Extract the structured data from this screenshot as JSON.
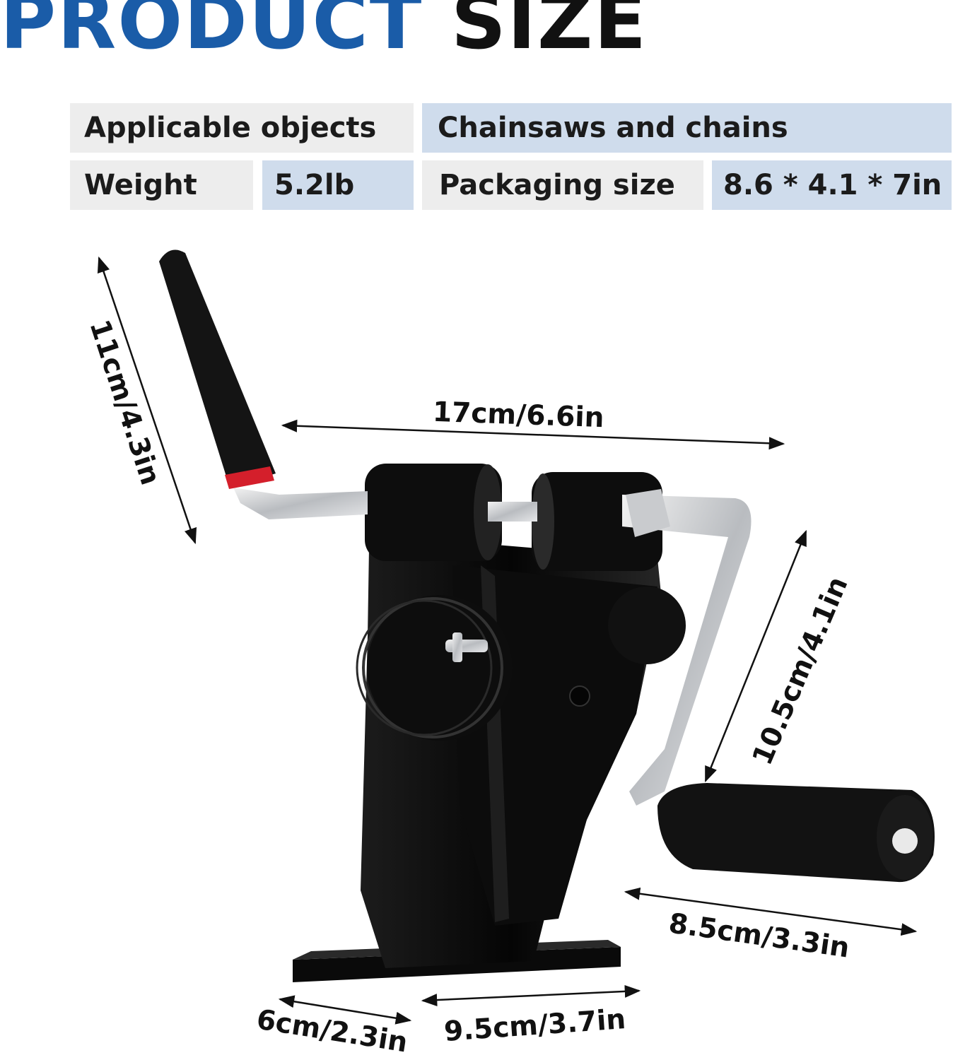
{
  "header": {
    "title_part1": "PRODUCT",
    "title_part2": "SIZE",
    "accent_color": "#1a5ca8"
  },
  "specs": {
    "applicable_label": "Applicable objects",
    "applicable_value": "Chainsaws and chains",
    "weight_label": "Weight",
    "weight_value": "5.2lb",
    "packaging_label": "Packaging size",
    "packaging_value": "8.6 * 4.1 * 7in"
  },
  "dimensions": {
    "handle_length": "11cm/4.3in",
    "overall_width": "17cm/6.6in",
    "crank_height": "10.5cm/4.1in",
    "grip_length": "8.5cm/3.3in",
    "base_depth": "6cm/2.3in",
    "base_width": "9.5cm/3.7in"
  }
}
